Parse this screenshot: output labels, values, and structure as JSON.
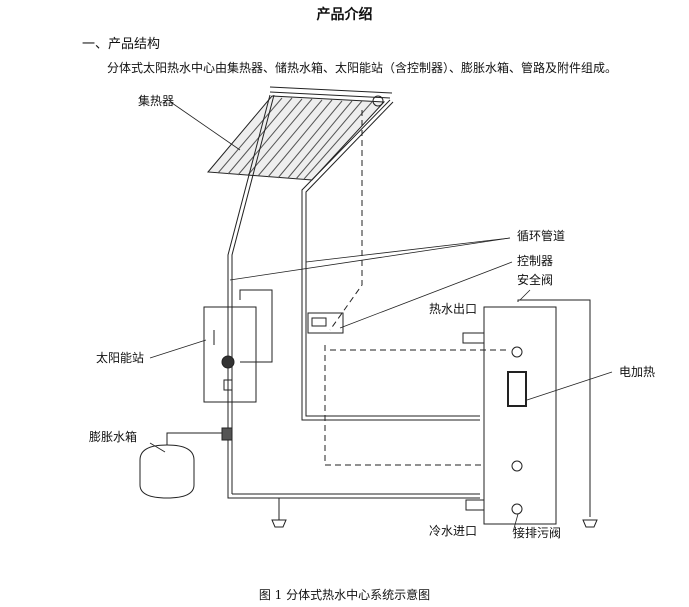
{
  "title": "产品介绍",
  "section_heading": "一、产品结构",
  "paragraph": "分体式太阳热水中心由集热器、储热水箱、太阳能站（含控制器）、膨胀水箱、管路及附件组成。",
  "diagram": {
    "labels": {
      "collector": "集热器",
      "circulation_pipe": "循环管道",
      "controller": "控制器",
      "safety_valve": "安全阀",
      "hot_water_outlet": "热水出口",
      "solar_station": "太阳能站",
      "electric_heater": "电加热",
      "expansion_tank": "膨胀水箱",
      "cold_water_inlet": "冷水进口",
      "drain_valve": "接排污阀"
    }
  },
  "caption": "图 1 分体式热水中心系统示意图"
}
